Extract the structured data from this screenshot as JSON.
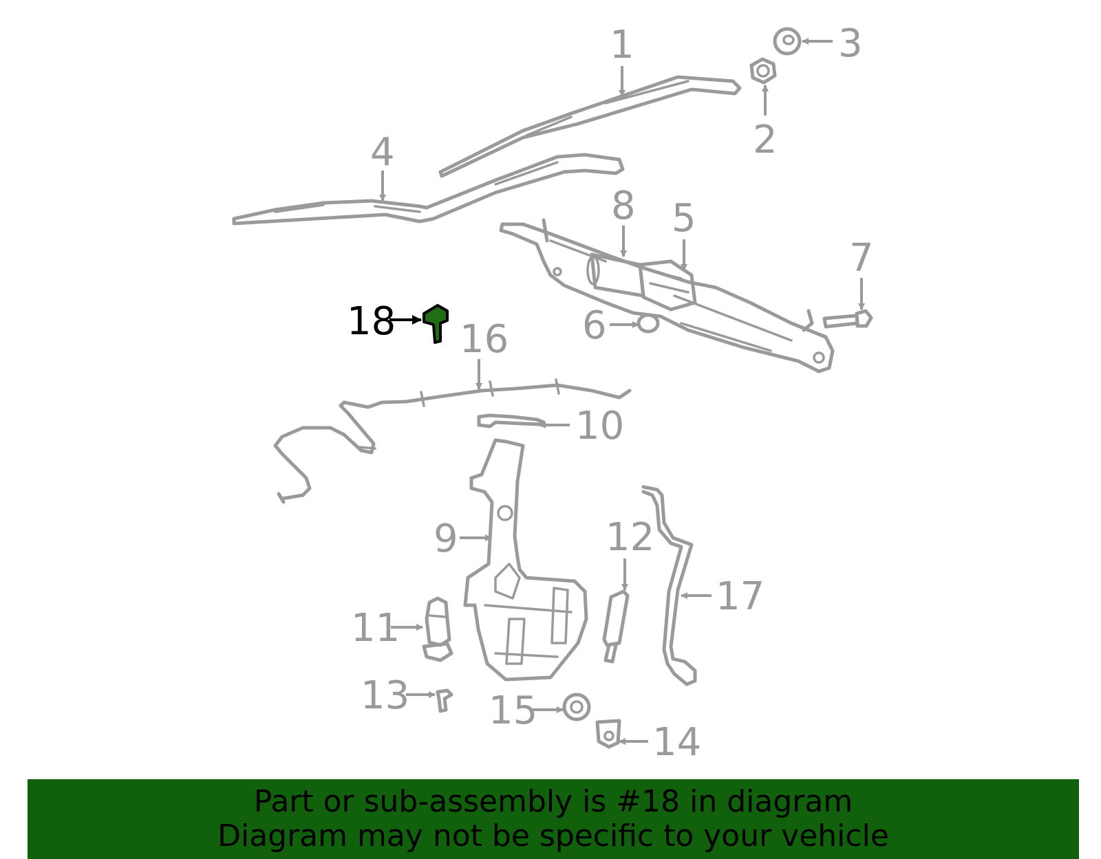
{
  "colors": {
    "part_stroke": "#9a9a9a",
    "highlight_fill": "#1f6e14",
    "highlight_stroke": "#000000",
    "banner_background": "#10600c",
    "banner_text": "#000000"
  },
  "callouts": {
    "c1": "1",
    "c2": "2",
    "c3": "3",
    "c4": "4",
    "c5": "5",
    "c6": "6",
    "c7": "7",
    "c8": "8",
    "c9": "9",
    "c10": "10",
    "c11": "11",
    "c12": "12",
    "c13": "13",
    "c14": "14",
    "c15": "15",
    "c16": "16",
    "c17": "17",
    "c18": "18"
  },
  "highlighted_part": "18",
  "banner": {
    "line1": "Part or sub-assembly is #18 in diagram",
    "line2": "Diagram may not be specific to your vehicle"
  }
}
